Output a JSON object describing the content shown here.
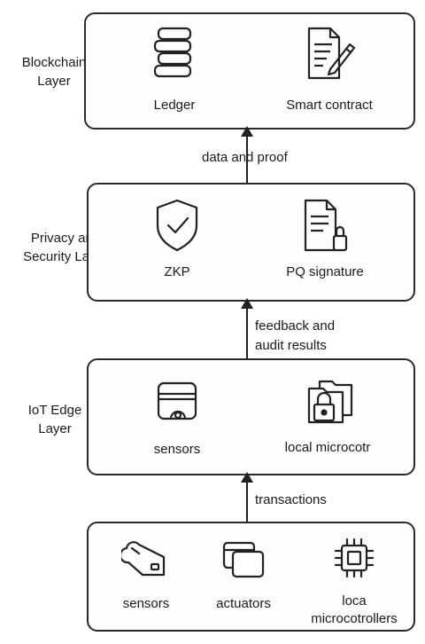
{
  "layers": {
    "blockchain": {
      "label": "Blockchain\nLayer",
      "components": [
        {
          "label": "Ledger",
          "icon": "stacked-ledger-icon"
        },
        {
          "label": "Smart contract",
          "icon": "document-pen-icon"
        }
      ]
    },
    "privacy": {
      "label": "Privacy and\nSecurity Layer",
      "components": [
        {
          "label": "ZKP",
          "icon": "shield-check-icon"
        },
        {
          "label": "PQ signature",
          "icon": "document-lock-icon"
        }
      ]
    },
    "edge": {
      "label": "IoT Edge\nLayer",
      "components": [
        {
          "label": "sensors",
          "icon": "sensor-device-icon"
        },
        {
          "label": "local microcotr",
          "icon": "padlock-folders-icon"
        }
      ]
    },
    "devices": {
      "components": [
        {
          "label": "sensors",
          "icon": "sensor-tag-icon"
        },
        {
          "label": "actuators",
          "icon": "stacked-windows-icon"
        },
        {
          "label": "loca\nmicrocotrollers",
          "icon": "chip-icon"
        }
      ]
    }
  },
  "flows": {
    "edge_to_privacy_top": "feedback and",
    "edge_to_privacy_bottom": "audit results",
    "privacy_to_blockchain": "data and proof",
    "devices_to_edge": "transactions"
  }
}
